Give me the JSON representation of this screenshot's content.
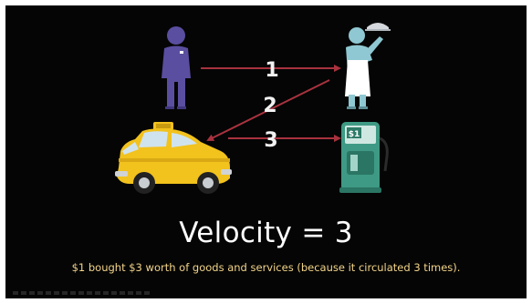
{
  "diagram": {
    "nodes": [
      {
        "id": "man",
        "icon": "businessman-icon"
      },
      {
        "id": "waiter",
        "icon": "waiter-icon"
      },
      {
        "id": "taxi",
        "icon": "taxi-icon"
      },
      {
        "id": "gas-pump",
        "icon": "gas-pump-icon",
        "label": "$1"
      }
    ],
    "edges": [
      {
        "from": "man",
        "to": "waiter",
        "label": "1"
      },
      {
        "from": "waiter",
        "to": "taxi",
        "label": "2"
      },
      {
        "from": "taxi",
        "to": "gas-pump",
        "label": "3"
      }
    ],
    "arrow_color": "#a8323e"
  },
  "headline": "Velocity = 3",
  "caption": "$1 bought $3 worth of goods and services (because it circulated 3 times).",
  "colors": {
    "background": "#050505",
    "headline": "#ffffff",
    "caption": "#f3d58a",
    "man": "#5a4ea0",
    "waiter": "#8fc8d2",
    "taxi": "#f2c21d",
    "pump": "#3e9a84"
  }
}
